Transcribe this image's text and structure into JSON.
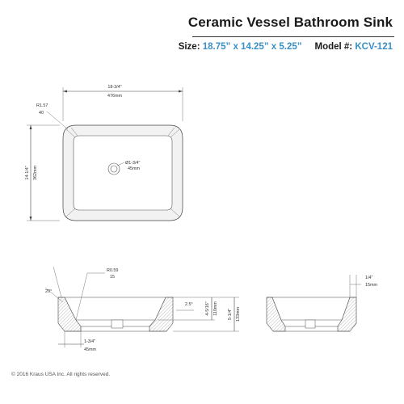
{
  "title": "Ceramic Vessel Bathroom Sink",
  "specs": {
    "size_label": "Size:",
    "size_value": "18.75” x 14.25” x 5.25”",
    "model_label": "Model #:",
    "model_value": "KCV-121"
  },
  "dimensions": {
    "width_in": "18-3/4\"",
    "width_mm": "476mm",
    "radius_in": "R1.57",
    "radius_mm": "40",
    "drain_in": "Ø1-3/4\"",
    "drain_mm": "45mm",
    "depth_in": "14-1/4\"",
    "depth_mm": "362mm",
    "inner_radius_in": "R0.59",
    "inner_radius_mm": "15",
    "angle": "20°",
    "slope": "2.5°",
    "inner_height_in": "4-5/16\"",
    "inner_height_mm": "110mm",
    "total_height_in": "5-1/4\"",
    "total_height_mm": "133mm",
    "base_in": "1-3/4\"",
    "base_mm": "45mm",
    "rim_in": "1/4\"",
    "rim_mm": "15mm"
  },
  "copyright": "© 2016 Kraus USA Inc. All rights reserved."
}
